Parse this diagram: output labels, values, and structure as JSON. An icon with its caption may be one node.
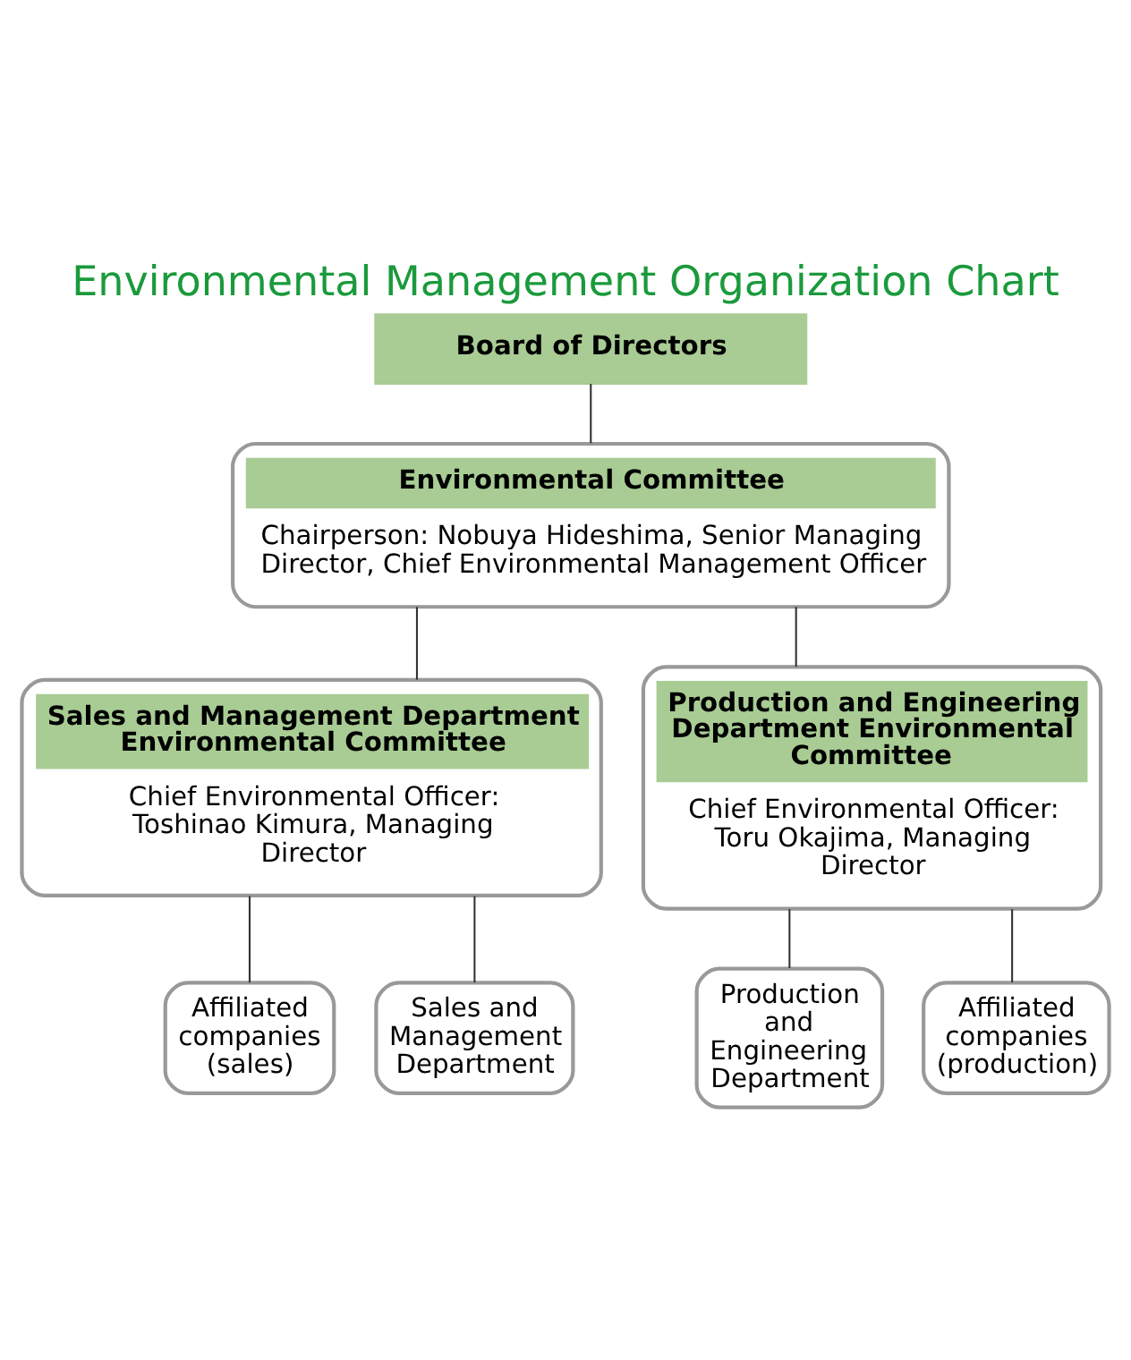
{
  "diagram": {
    "title": "Environmental Management Organization Chart",
    "nodes": [
      {
        "text": [
          "Board of Directors"
        ]
      },
      {
        "text": [
          "Environmental Committee",
          "Chairperson: Nobuya Hideshima, Senior Managing Director, Chief Environmental Management Officer"
        ]
      },
      {
        "text": [
          "Sales and Management Department Environmental Committee",
          "Chief Environmental Officer: Toshinao Kimura, Managing Director"
        ]
      },
      {
        "text": [
          "Production and Engineering Department Environmental Committee",
          "Chief Environmental Officer: Toru Okajima, Managing Director"
        ]
      },
      {
        "text": [
          "Affiliated companies (sales)"
        ]
      },
      {
        "text": [
          "Sales and Management Department"
        ]
      },
      {
        "text": [
          "Production and Engineering Department"
        ]
      },
      {
        "text": [
          "Affiliated companies (production)"
        ]
      }
    ],
    "edges": [
      {
        "from": 0,
        "to": 1,
        "arrow": "none"
      },
      {
        "from": 1,
        "to": 2,
        "arrow": "none"
      },
      {
        "from": 1,
        "to": 3,
        "arrow": "none"
      },
      {
        "from": 2,
        "to": 4,
        "arrow": "none"
      },
      {
        "from": 2,
        "to": 5,
        "arrow": "none"
      },
      {
        "from": 3,
        "to": 6,
        "arrow": "none"
      },
      {
        "from": 3,
        "to": 7,
        "arrow": "none"
      }
    ]
  }
}
